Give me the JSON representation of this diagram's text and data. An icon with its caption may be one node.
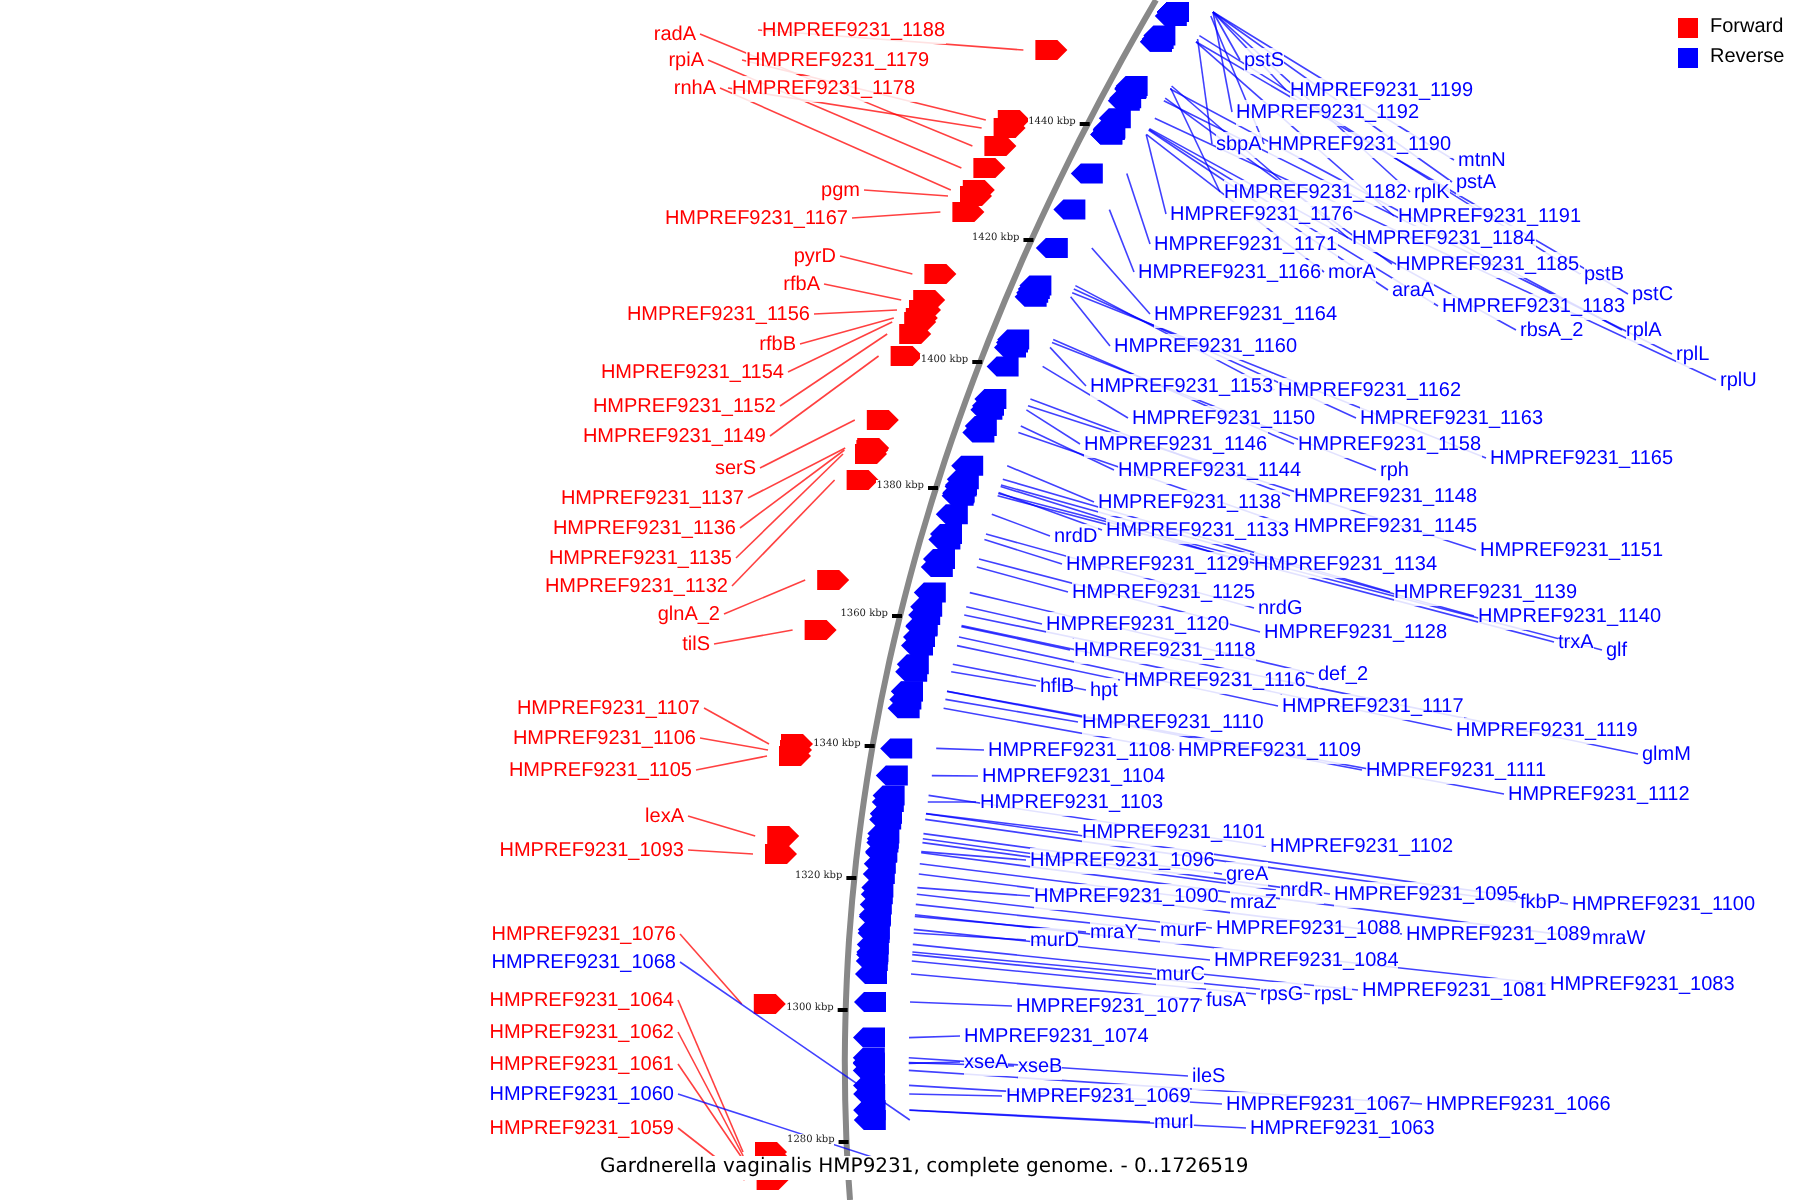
{
  "diagram": {
    "caption": "Gardnerella vaginalis HMP9231, complete genome. - 0..1726519",
    "nodes": [
      {
        "text": [
          "radA"
        ]
      },
      {
        "text": [
          "rpiA"
        ]
      },
      {
        "text": [
          "rnhA"
        ]
      },
      {
        "text": [
          "HMPREF9231_1188"
        ]
      },
      {
        "text": [
          "HMPREF9231_1179"
        ]
      },
      {
        "text": [
          "HMPREF9231_1178"
        ]
      },
      {
        "text": [
          "pgm"
        ]
      },
      {
        "text": [
          "HMPREF9231_1167"
        ]
      },
      {
        "text": [
          "pyrD"
        ]
      },
      {
        "text": [
          "rfbA"
        ]
      },
      {
        "text": [
          "HMPREF9231_1156"
        ]
      },
      {
        "text": [
          "rfbB"
        ]
      },
      {
        "text": [
          "HMPREF9231_1154"
        ]
      },
      {
        "text": [
          "HMPREF9231_1152"
        ]
      },
      {
        "text": [
          "HMPREF9231_1149"
        ]
      },
      {
        "text": [
          "serS"
        ]
      },
      {
        "text": [
          "HMPREF9231_1137"
        ]
      },
      {
        "text": [
          "HMPREF9231_1136"
        ]
      },
      {
        "text": [
          "HMPREF9231_1135"
        ]
      },
      {
        "text": [
          "HMPREF9231_1132"
        ]
      },
      {
        "text": [
          "glnA_2"
        ]
      },
      {
        "text": [
          "tilS"
        ]
      },
      {
        "text": [
          "HMPREF9231_1107"
        ]
      },
      {
        "text": [
          "HMPREF9231_1106"
        ]
      },
      {
        "text": [
          "HMPREF9231_1105"
        ]
      },
      {
        "text": [
          "lexA"
        ]
      },
      {
        "text": [
          "HMPREF9231_1093"
        ]
      },
      {
        "text": [
          "HMPREF9231_1076"
        ]
      },
      {
        "text": [
          "HMPREF9231_1068"
        ]
      },
      {
        "text": [
          "HMPREF9231_1064"
        ]
      },
      {
        "text": [
          "HMPREF9231_1062"
        ]
      },
      {
        "text": [
          "HMPREF9231_1061"
        ]
      },
      {
        "text": [
          "HMPREF9231_1060"
        ]
      },
      {
        "text": [
          "HMPREF9231_1059"
        ]
      },
      {
        "text": [
          "pstS"
        ]
      },
      {
        "text": [
          "HMPREF9231_1199"
        ]
      },
      {
        "text": [
          "HMPREF9231_1192"
        ]
      },
      {
        "text": [
          "sbpA"
        ]
      },
      {
        "text": [
          "HMPREF9231_1190"
        ]
      },
      {
        "text": [
          "mtnN"
        ]
      },
      {
        "text": [
          "pstA"
        ]
      },
      {
        "text": [
          "HMPREF9231_1182"
        ]
      },
      {
        "text": [
          "rplK"
        ]
      },
      {
        "text": [
          "HMPREF9231_1176"
        ]
      },
      {
        "text": [
          "HMPREF9231_1191"
        ]
      },
      {
        "text": [
          "HMPREF9231_1171"
        ]
      },
      {
        "text": [
          "HMPREF9231_1184"
        ]
      },
      {
        "text": [
          "HMPREF9231_1166"
        ]
      },
      {
        "text": [
          "morA"
        ]
      },
      {
        "text": [
          "HMPREF9231_1185"
        ]
      },
      {
        "text": [
          "araA"
        ]
      },
      {
        "text": [
          "pstB"
        ]
      },
      {
        "text": [
          "pstC"
        ]
      },
      {
        "text": [
          "HMPREF9231_1183"
        ]
      },
      {
        "text": [
          "rbsA_2"
        ]
      },
      {
        "text": [
          "rplA"
        ]
      },
      {
        "text": [
          "rplL"
        ]
      },
      {
        "text": [
          "rplU"
        ]
      },
      {
        "text": [
          "HMPREF9231_1164"
        ]
      },
      {
        "text": [
          "HMPREF9231_1160"
        ]
      },
      {
        "text": [
          "HMPREF9231_1153"
        ]
      },
      {
        "text": [
          "HMPREF9231_1162"
        ]
      },
      {
        "text": [
          "HMPREF9231_1150"
        ]
      },
      {
        "text": [
          "HMPREF9231_1163"
        ]
      },
      {
        "text": [
          "HMPREF9231_1146"
        ]
      },
      {
        "text": [
          "HMPREF9231_1158"
        ]
      },
      {
        "text": [
          "HMPREF9231_1165"
        ]
      },
      {
        "text": [
          "HMPREF9231_1144"
        ]
      },
      {
        "text": [
          "rph"
        ]
      },
      {
        "text": [
          "HMPREF9231_1138"
        ]
      },
      {
        "text": [
          "HMPREF9231_1148"
        ]
      },
      {
        "text": [
          "HMPREF9231_1133"
        ]
      },
      {
        "text": [
          "HMPREF9231_1145"
        ]
      },
      {
        "text": [
          "HMPREF9231_1151"
        ]
      },
      {
        "text": [
          "nrdD"
        ]
      },
      {
        "text": [
          "HMPREF9231_1129"
        ]
      },
      {
        "text": [
          "HMPREF9231_1134"
        ]
      },
      {
        "text": [
          "HMPREF9231_1125"
        ]
      },
      {
        "text": [
          "HMPREF9231_1139"
        ]
      },
      {
        "text": [
          "nrdG"
        ]
      },
      {
        "text": [
          "HMPREF9231_1140"
        ]
      },
      {
        "text": [
          "HMPREF9231_1120"
        ]
      },
      {
        "text": [
          "HMPREF9231_1128"
        ]
      },
      {
        "text": [
          "trxA"
        ]
      },
      {
        "text": [
          "glf"
        ]
      },
      {
        "text": [
          "HMPREF9231_1118"
        ]
      },
      {
        "text": [
          "def_2"
        ]
      },
      {
        "text": [
          "HMPREF9231_1116"
        ]
      },
      {
        "text": [
          "hflB"
        ]
      },
      {
        "text": [
          "hpt"
        ]
      },
      {
        "text": [
          "HMPREF9231_1117"
        ]
      },
      {
        "text": [
          "HMPREF9231_1110"
        ]
      },
      {
        "text": [
          "HMPREF9231_1119"
        ]
      },
      {
        "text": [
          "HMPREF9231_1108"
        ]
      },
      {
        "text": [
          "HMPREF9231_1109"
        ]
      },
      {
        "text": [
          "glmM"
        ]
      },
      {
        "text": [
          "HMPREF9231_1111"
        ]
      },
      {
        "text": [
          "HMPREF9231_1104"
        ]
      },
      {
        "text": [
          "HMPREF9231_1112"
        ]
      },
      {
        "text": [
          "HMPREF9231_1103"
        ]
      },
      {
        "text": [
          "HMPREF9231_1101"
        ]
      },
      {
        "text": [
          "HMPREF9231_1102"
        ]
      },
      {
        "text": [
          "HMPREF9231_1096"
        ]
      },
      {
        "text": [
          "greA"
        ]
      },
      {
        "text": [
          "nrdR"
        ]
      },
      {
        "text": [
          "HMPREF9231_1095"
        ]
      },
      {
        "text": [
          "fkbP"
        ]
      },
      {
        "text": [
          "HMPREF9231_1100"
        ]
      },
      {
        "text": [
          "HMPREF9231_1090"
        ]
      },
      {
        "text": [
          "mraZ"
        ]
      },
      {
        "text": [
          "HMPREF9231_1088"
        ]
      },
      {
        "text": [
          "HMPREF9231_1089"
        ]
      },
      {
        "text": [
          "mraW"
        ]
      },
      {
        "text": [
          "murD"
        ]
      },
      {
        "text": [
          "mraY"
        ]
      },
      {
        "text": [
          "murF"
        ]
      },
      {
        "text": [
          "HMPREF9231_1084"
        ]
      },
      {
        "text": [
          "murC"
        ]
      },
      {
        "text": [
          "HMPREF9231_1083"
        ]
      },
      {
        "text": [
          "HMPREF9231_1081"
        ]
      },
      {
        "text": [
          "HMPREF9231_1077"
        ]
      },
      {
        "text": [
          "fusA"
        ]
      },
      {
        "text": [
          "rpsG"
        ]
      },
      {
        "text": [
          "rpsL"
        ]
      },
      {
        "text": [
          "HMPREF9231_1074"
        ]
      },
      {
        "text": [
          "xseA"
        ]
      },
      {
        "text": [
          "xseB"
        ]
      },
      {
        "text": [
          "ileS"
        ]
      },
      {
        "text": [
          "HMPREF9231_1069"
        ]
      },
      {
        "text": [
          "HMPREF9231_1067"
        ]
      },
      {
        "text": [
          "HMPREF9231_1066"
        ]
      },
      {
        "text": [
          "murI"
        ]
      },
      {
        "text": [
          "HMPREF9231_1063"
        ]
      }
    ],
    "edges": [
      {
        "from": 0,
        "to": null,
        "arrow": "none",
        "color": "#ff0000"
      },
      {
        "from": 1,
        "to": null,
        "arrow": "none",
        "color": "#ff0000"
      },
      {
        "from": 2,
        "to": null,
        "arrow": "none",
        "color": "#ff0000"
      },
      {
        "from": 3,
        "to": null,
        "arrow": "none",
        "color": "#ff0000"
      },
      {
        "from": 4,
        "to": null,
        "arrow": "none",
        "color": "#ff0000"
      },
      {
        "from": 5,
        "to": null,
        "arrow": "none",
        "color": "#ff0000"
      },
      {
        "from": 6,
        "to": null,
        "arrow": "none",
        "color": "#ff0000"
      },
      {
        "from": 7,
        "to": null,
        "arrow": "none",
        "color": "#ff0000"
      },
      {
        "from": 8,
        "to": null,
        "arrow": "none",
        "color": "#ff0000"
      },
      {
        "from": 9,
        "to": null,
        "arrow": "none",
        "color": "#ff0000"
      },
      {
        "from": 10,
        "to": null,
        "arrow": "none",
        "color": "#ff0000"
      },
      {
        "from": 11,
        "to": null,
        "arrow": "none",
        "color": "#ff0000"
      },
      {
        "from": 12,
        "to": null,
        "arrow": "none",
        "color": "#ff0000"
      },
      {
        "from": 13,
        "to": null,
        "arrow": "none",
        "color": "#ff0000"
      },
      {
        "from": 14,
        "to": null,
        "arrow": "none",
        "color": "#ff0000"
      },
      {
        "from": 15,
        "to": null,
        "arrow": "none",
        "color": "#ff0000"
      },
      {
        "from": 16,
        "to": null,
        "arrow": "none",
        "color": "#ff0000"
      },
      {
        "from": 17,
        "to": null,
        "arrow": "none",
        "color": "#ff0000"
      },
      {
        "from": 18,
        "to": null,
        "arrow": "none",
        "color": "#ff0000"
      },
      {
        "from": 19,
        "to": null,
        "arrow": "none",
        "color": "#ff0000"
      },
      {
        "from": 20,
        "to": null,
        "arrow": "none",
        "color": "#ff0000"
      },
      {
        "from": 21,
        "to": null,
        "arrow": "none",
        "color": "#ff0000"
      },
      {
        "from": 22,
        "to": null,
        "arrow": "none",
        "color": "#ff0000"
      },
      {
        "from": 23,
        "to": null,
        "arrow": "none",
        "color": "#ff0000"
      },
      {
        "from": 24,
        "to": null,
        "arrow": "none",
        "color": "#ff0000"
      },
      {
        "from": 25,
        "to": null,
        "arrow": "none",
        "color": "#ff0000"
      },
      {
        "from": 26,
        "to": null,
        "arrow": "none",
        "color": "#ff0000"
      },
      {
        "from": 27,
        "to": null,
        "arrow": "none",
        "color": "#ff0000"
      },
      {
        "from": 28,
        "to": null,
        "arrow": "none"
      },
      {
        "from": 29,
        "to": null,
        "arrow": "none",
        "color": "#ff0000"
      },
      {
        "from": 30,
        "to": null,
        "arrow": "none",
        "color": "#ff0000"
      },
      {
        "from": 31,
        "to": null,
        "arrow": "none",
        "color": "#ff0000"
      },
      {
        "from": 32,
        "to": null,
        "arrow": "none"
      },
      {
        "from": 33,
        "to": null,
        "arrow": "none",
        "color": "#ff0000"
      },
      {
        "from": 34,
        "to": null,
        "arrow": "none"
      },
      {
        "from": 35,
        "to": null,
        "arrow": "none"
      },
      {
        "from": 36,
        "to": null,
        "arrow": "none"
      },
      {
        "from": 37,
        "to": null,
        "arrow": "none"
      },
      {
        "from": 38,
        "to": null,
        "arrow": "none"
      },
      {
        "from": 39,
        "to": null,
        "arrow": "none"
      },
      {
        "from": 40,
        "to": null,
        "arrow": "none"
      },
      {
        "from": 41,
        "to": null,
        "arrow": "none"
      },
      {
        "from": 42,
        "to": null,
        "arrow": "none"
      },
      {
        "from": 43,
        "to": null,
        "arrow": "none"
      },
      {
        "from": 44,
        "to": null,
        "arrow": "none"
      },
      {
        "from": 45,
        "to": null,
        "arrow": "none"
      },
      {
        "from": 46,
        "to": null,
        "arrow": "none"
      },
      {
        "from": 47,
        "to": null,
        "arrow": "none"
      },
      {
        "from": 48,
        "to": null,
        "arrow": "none"
      },
      {
        "from": 49,
        "to": null,
        "arrow": "none"
      },
      {
        "from": 50,
        "to": null,
        "arrow": "none"
      },
      {
        "from": 51,
        "to": null,
        "arrow": "none"
      },
      {
        "from": 52,
        "to": null,
        "arrow": "none"
      },
      {
        "from": 53,
        "to": null,
        "arrow": "none"
      },
      {
        "from": 54,
        "to": null,
        "arrow": "none"
      },
      {
        "from": 55,
        "to": null,
        "arrow": "none"
      },
      {
        "from": 56,
        "to": null,
        "arrow": "none"
      },
      {
        "from": 57,
        "to": null,
        "arrow": "none"
      },
      {
        "from": 58,
        "to": null,
        "arrow": "none"
      },
      {
        "from": 59,
        "to": null,
        "arrow": "none"
      },
      {
        "from": 60,
        "to": null,
        "arrow": "none"
      },
      {
        "from": 61,
        "to": null,
        "arrow": "none"
      },
      {
        "from": 62,
        "to": null,
        "arrow": "none"
      },
      {
        "from": 63,
        "to": null,
        "arrow": "none"
      },
      {
        "from": 64,
        "to": null,
        "arrow": "none"
      },
      {
        "from": 65,
        "to": null,
        "arrow": "none"
      },
      {
        "from": 66,
        "to": null,
        "arrow": "none"
      },
      {
        "from": 67,
        "to": null,
        "arrow": "none"
      },
      {
        "from": 68,
        "to": null,
        "arrow": "none"
      },
      {
        "from": 69,
        "to": null,
        "arrow": "none"
      },
      {
        "from": 70,
        "to": null,
        "arrow": "none"
      },
      {
        "from": 71,
        "to": null,
        "arrow": "none"
      },
      {
        "from": 72,
        "to": null,
        "arrow": "none"
      },
      {
        "from": 73,
        "to": null,
        "arrow": "none"
      },
      {
        "from": 74,
        "to": null,
        "arrow": "none"
      },
      {
        "from": 75,
        "to": null,
        "arrow": "none"
      },
      {
        "from": 76,
        "to": null,
        "arrow": "none"
      },
      {
        "from": 77,
        "to": null,
        "arrow": "none"
      },
      {
        "from": 78,
        "to": null,
        "arrow": "none"
      },
      {
        "from": 79,
        "to": null,
        "arrow": "none"
      },
      {
        "from": 80,
        "to": null,
        "arrow": "none"
      },
      {
        "from": 81,
        "to": null,
        "arrow": "none"
      },
      {
        "from": 82,
        "to": null,
        "arrow": "none"
      },
      {
        "from": 83,
        "to": null,
        "arrow": "none"
      },
      {
        "from": 84,
        "to": null,
        "arrow": "none"
      },
      {
        "from": 85,
        "to": null,
        "arrow": "none"
      },
      {
        "from": 86,
        "to": null,
        "arrow": "none"
      },
      {
        "from": 87,
        "to": null,
        "arrow": "none"
      },
      {
        "from": 88,
        "to": null,
        "arrow": "none"
      },
      {
        "from": 89,
        "to": null,
        "arrow": "none"
      },
      {
        "from": 90,
        "to": null,
        "arrow": "none"
      },
      {
        "from": 91,
        "to": null,
        "arrow": "none"
      },
      {
        "from": 92,
        "to": null,
        "arrow": "none"
      },
      {
        "from": 93,
        "to": null,
        "arrow": "none"
      },
      {
        "from": 94,
        "to": null,
        "arrow": "none"
      },
      {
        "from": 95,
        "to": null,
        "arrow": "none"
      },
      {
        "from": 96,
        "to": null,
        "arrow": "none"
      },
      {
        "from": 97,
        "to": null,
        "arrow": "none"
      },
      {
        "from": 98,
        "to": null,
        "arrow": "none"
      },
      {
        "from": 99,
        "to": null,
        "arrow": "none"
      },
      {
        "from": 100,
        "to": null,
        "arrow": "none"
      },
      {
        "from": 101,
        "to": null,
        "arrow": "none"
      },
      {
        "from": 102,
        "to": null,
        "arrow": "none"
      },
      {
        "from": 103,
        "to": null,
        "arrow": "none"
      },
      {
        "from": 104,
        "to": null,
        "arrow": "none"
      },
      {
        "from": 105,
        "to": null,
        "arrow": "none"
      },
      {
        "from": 106,
        "to": null,
        "arrow": "none"
      },
      {
        "from": 107,
        "to": null,
        "arrow": "none"
      },
      {
        "from": 108,
        "to": null,
        "arrow": "none"
      },
      {
        "from": 109,
        "to": null,
        "arrow": "none"
      },
      {
        "from": 110,
        "to": null,
        "arrow": "none"
      },
      {
        "from": 111,
        "to": null,
        "arrow": "none"
      },
      {
        "from": 112,
        "to": null,
        "arrow": "none"
      },
      {
        "from": 113,
        "to": null,
        "arrow": "none"
      },
      {
        "from": 114,
        "to": null,
        "arrow": "none"
      },
      {
        "from": 115,
        "to": null,
        "arrow": "none"
      },
      {
        "from": 116,
        "to": null,
        "arrow": "none"
      },
      {
        "from": 117,
        "to": null,
        "arrow": "none"
      },
      {
        "from": 118,
        "to": null,
        "arrow": "none"
      },
      {
        "from": 119,
        "to": null,
        "arrow": "none"
      },
      {
        "from": 120,
        "to": null,
        "arrow": "none"
      },
      {
        "from": 121,
        "to": null,
        "arrow": "none"
      },
      {
        "from": 122,
        "to": null,
        "arrow": "none"
      },
      {
        "from": 123,
        "to": null,
        "arrow": "none"
      },
      {
        "from": 124,
        "to": null,
        "arrow": "none"
      },
      {
        "from": 125,
        "to": null,
        "arrow": "none"
      },
      {
        "from": 126,
        "to": null,
        "arrow": "none"
      },
      {
        "from": 127,
        "to": null,
        "arrow": "none"
      },
      {
        "from": 128,
        "to": null,
        "arrow": "none"
      },
      {
        "from": 129,
        "to": null,
        "arrow": "none"
      },
      {
        "from": 130,
        "to": null,
        "arrow": "none"
      },
      {
        "from": 131,
        "to": null,
        "arrow": "none"
      },
      {
        "from": 132,
        "to": null,
        "arrow": "none"
      }
    ],
    "labels": [
      "1440 kbp",
      "1420 kbp",
      "1400 kbp",
      "1380 kbp",
      "1360 kbp",
      "1340 kbp",
      "1320 kbp",
      "1300 kbp",
      "1280 kbp"
    ],
    "legend": [
      {
        "text": "Forward",
        "color": "#ff0000"
      },
      {
        "text": "Reverse",
        "color": "#0000ff"
      }
    ]
  }
}
